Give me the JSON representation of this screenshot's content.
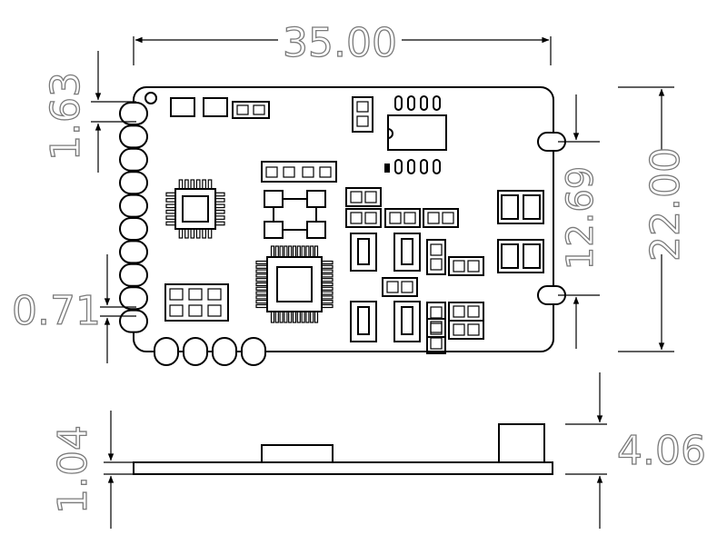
{
  "dimensions": {
    "width_top": "35.00",
    "height_right": "22.00",
    "hole_spacing": "12.69",
    "pin_offset": "1.63",
    "pin_gap": "0.71",
    "board_thickness": "1.04",
    "total_height": "4.06"
  },
  "colors": {
    "line": "#000000",
    "dimension_text": "#7a7a7a",
    "background": "#ffffff"
  }
}
